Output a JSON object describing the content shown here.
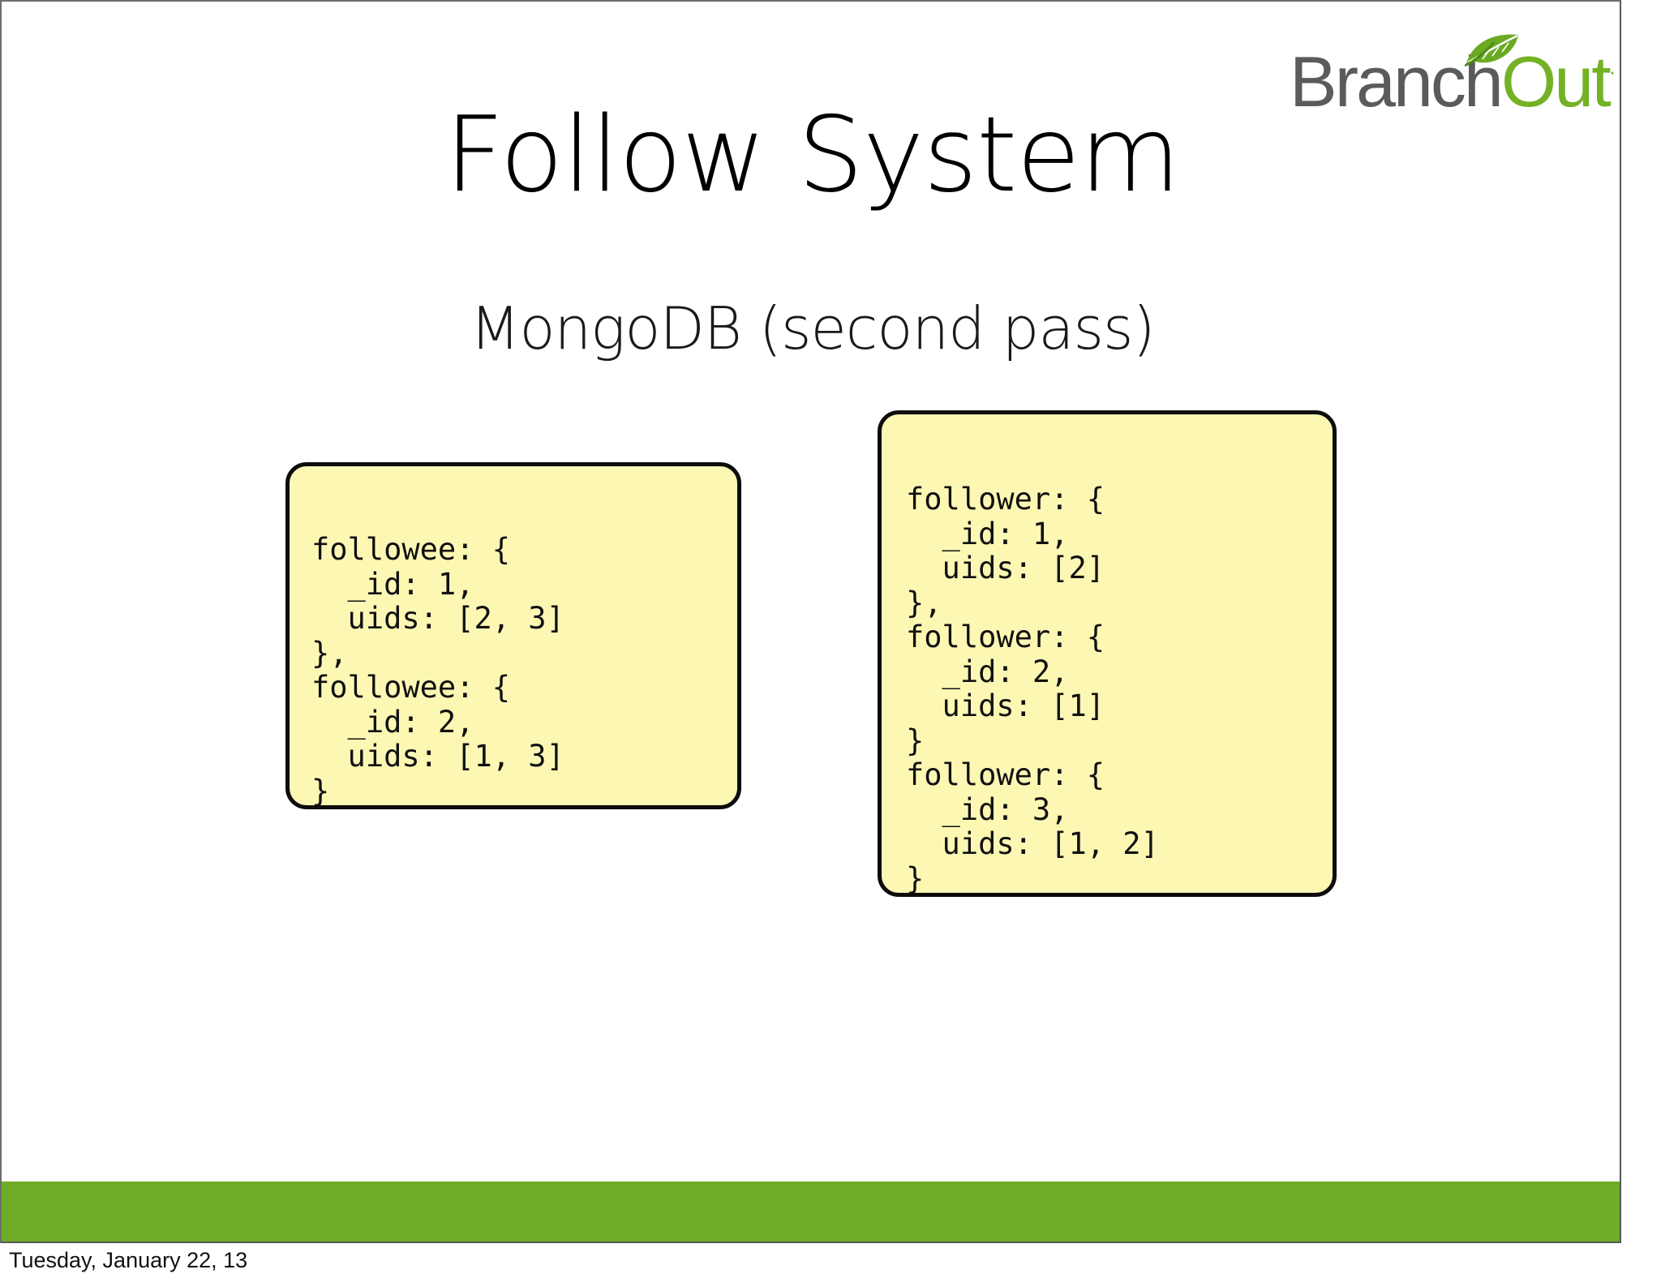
{
  "slide": {
    "title": "Follow System",
    "subtitle": "MongoDB (second pass)",
    "date_caption": "Tuesday, January 22, 13",
    "band_color": "#6fac26",
    "box_fill_color": "#fcf8b4",
    "box_border_color": "#0d0d0d"
  },
  "logo": {
    "text_primary": "Branch",
    "text_secondary": "Out",
    "registered_mark": "·",
    "primary_color": "#5b5b5b",
    "secondary_color": "#73b224",
    "leaf_color": "#6aaa22"
  },
  "code_boxes": [
    {
      "id": "followee",
      "label": "followee-document-box",
      "code": "followee: {\n  _id: 1,\n  uids: [2, 3]\n},\nfollowee: {\n  _id: 2,\n  uids: [1, 3]\n}"
    },
    {
      "id": "follower",
      "label": "follower-document-box",
      "code": "follower: {\n  _id: 1,\n  uids: [2]\n},\nfollower: {\n  _id: 2,\n  uids: [1]\n}\nfollower: {\n  _id: 3,\n  uids: [1, 2]\n}"
    }
  ]
}
